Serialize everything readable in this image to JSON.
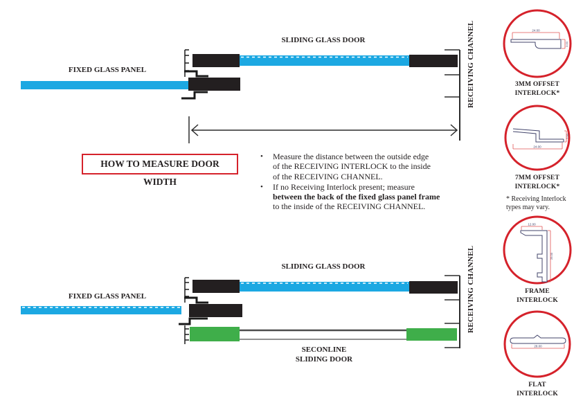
{
  "top_diagram": {
    "sliding_door_label": "SLIDING GLASS DOOR",
    "fixed_panel_label": "FIXED GLASS PANEL",
    "receiving_channel_label": "RECEIVING CHANNEL"
  },
  "how_to_box": {
    "title": "HOW TO MEASURE DOOR WIDTH"
  },
  "instructions": {
    "bullet_glyph": "•",
    "bullet1_lines": [
      "Measure the distance between the outside edge",
      "of the RECEIVING INTERLOCK to the inside",
      "of the RECEIVING CHANNEL."
    ],
    "bullet2_lines": [
      "If no Receiving Interlock present; measure",
      "between the back of the fixed glass panel frame",
      "to the inside of the RECEIVING CHANNEL."
    ]
  },
  "bottom_diagram": {
    "sliding_door_label": "SLIDING GLASS DOOR",
    "fixed_panel_label": "FIXED GLASS PANEL",
    "receiving_channel_label": "RECEIVING CHANNEL",
    "seconline_label_line1": "SECONLINE",
    "seconline_label_line2": "SLIDING DOOR"
  },
  "interlock_panel": {
    "item1": {
      "line1": "3MM OFFSET",
      "line2": "INTERLOCK*",
      "dim_width": "24.00",
      "dim_height": "3.00"
    },
    "item2": {
      "line1": "7MM OFFSET",
      "line2": "INTERLOCK*",
      "dim_width": "24.00",
      "dim_height": "7.00"
    },
    "note_line1": "* Receiving Interlock",
    "note_line2": "types may vary.",
    "item3": {
      "line1": "FRAME",
      "line2": "INTERLOCK",
      "dim_width": "12.00",
      "dim_height": "25.00"
    },
    "item4": {
      "line1": "FLAT",
      "line2": "INTERLOCK",
      "dim_width": "28.00"
    }
  },
  "colors": {
    "panel_blue": "#1CA8E2",
    "door_green": "#3FAE4A",
    "frame_black": "#231F20",
    "accent_red": "#D5222B",
    "dimension_red": "#E25555",
    "profile_line": "#41436A"
  }
}
